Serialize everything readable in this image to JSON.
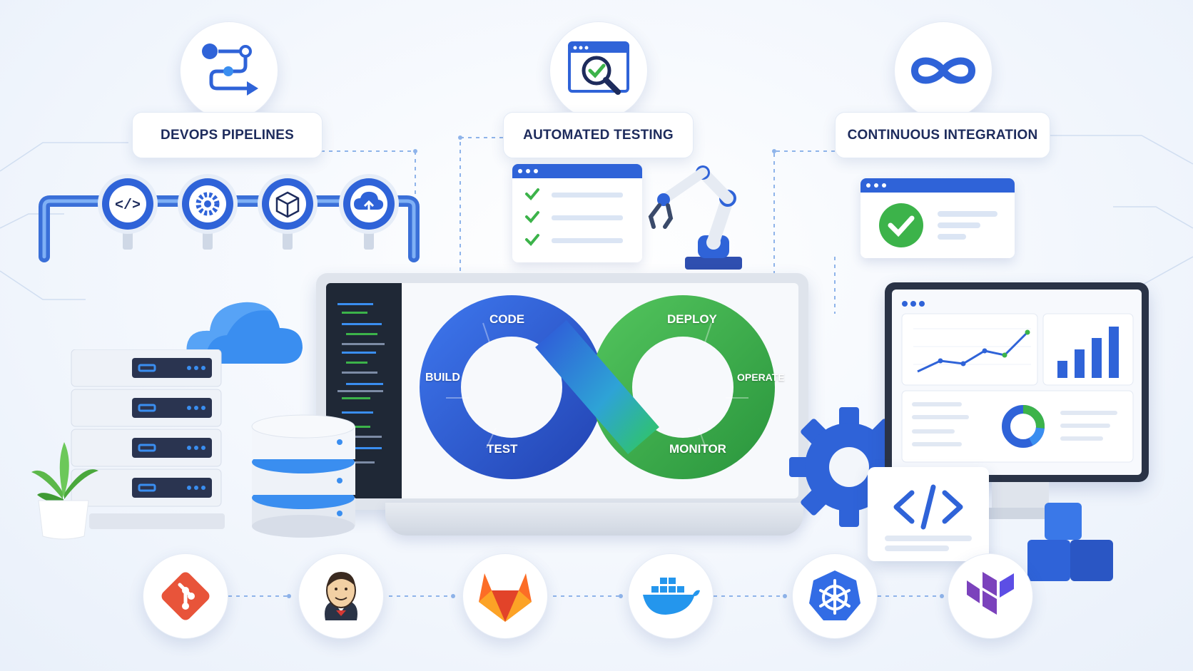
{
  "labels": {
    "devops_pipelines": "DEVOPS PIPELINES",
    "automated_testing": "AUTOMATED TESTING",
    "continuous_integration": "CONTINUOUS INTEGRATION"
  },
  "infinity_loop": {
    "code": "CODE",
    "build": "BUILD",
    "test": "TEST",
    "deploy": "DEPLOY",
    "operate": "OPERATE",
    "monitor": "MONITOR"
  },
  "tools": [
    "git-icon",
    "jenkins-icon",
    "gitlab-icon",
    "docker-icon",
    "kubernetes-icon",
    "terraform-icon"
  ],
  "pipeline_nodes": [
    "code-icon",
    "gear-icon",
    "package-icon",
    "cloud-upload-icon"
  ],
  "colors": {
    "blue": "#2f63d8",
    "light_blue": "#3a8ef0",
    "green": "#3cb34a",
    "navy": "#1d2b5c"
  }
}
